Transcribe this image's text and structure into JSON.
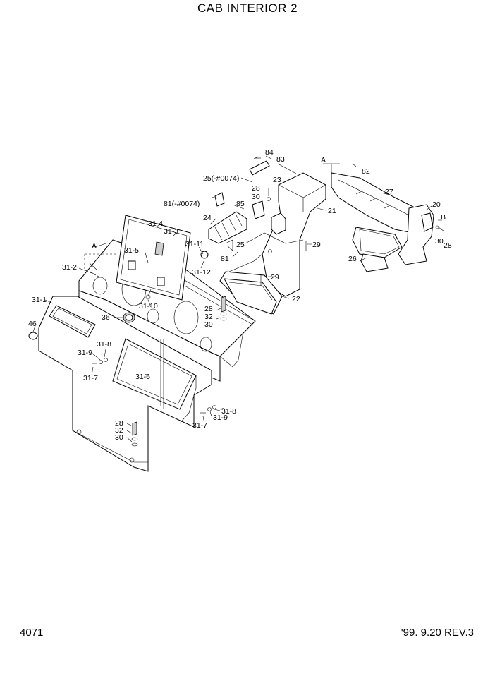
{
  "title": "CAB INTERIOR 2",
  "page_number": "4071",
  "revision": "'99. 9.20 REV.3",
  "callouts": {
    "c84": "84",
    "c83": "83",
    "c82": "82",
    "cA1": "A",
    "cA2": "A",
    "cB": "B",
    "c25a": "25(-#0074)",
    "c81a": "81(-#0074)",
    "c23": "23",
    "c28a": "28",
    "c30a": "30",
    "c85": "85",
    "c24": "24",
    "c21": "21",
    "c27": "27",
    "c20": "20",
    "c30b": "30",
    "c28b": "28",
    "c26": "26",
    "c29a": "29",
    "c29b": "29",
    "c25b": "25",
    "c81b": "81",
    "c22": "22",
    "c31_4": "31-4",
    "c31_3": "31-3",
    "c31_5": "31-5",
    "c31_11": "31-11",
    "c31_12": "31-12",
    "c31_2": "31-2",
    "c31_10": "31-10",
    "c31_1": "31-1",
    "c36": "36",
    "c46": "46",
    "c28c": "28",
    "c32a": "32",
    "c30c": "30",
    "c31_8a": "31-8",
    "c31_9a": "31-9",
    "c31_7a": "31-7",
    "c31_6": "31-6",
    "c31_8b": "31-8",
    "c31_9b": "31-9",
    "c31_7b": "31-7",
    "c28d": "28",
    "c32b": "32",
    "c30d": "30"
  }
}
